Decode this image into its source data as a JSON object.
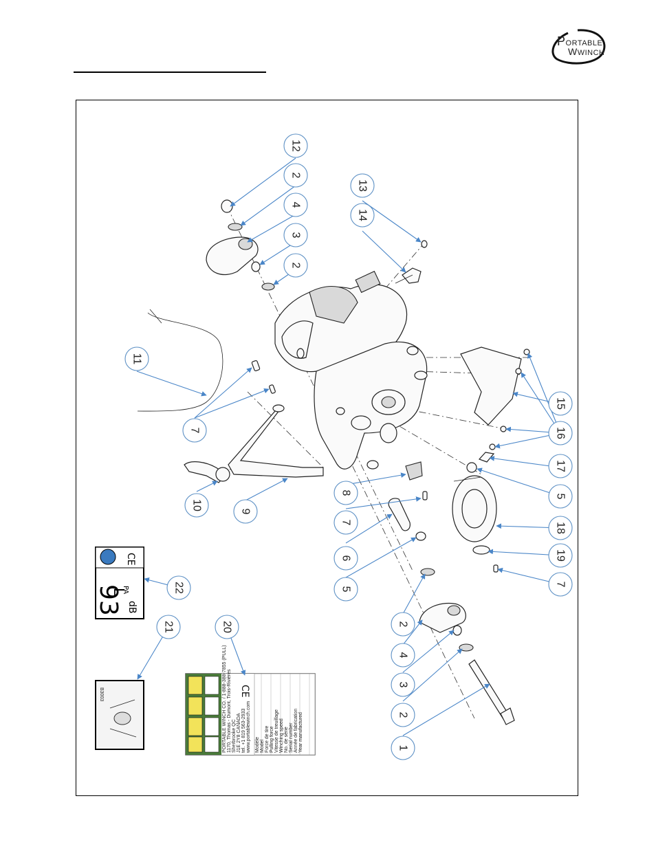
{
  "logo": {
    "line1": "ORTABLE",
    "line2": "WINCH",
    "initial_letters": [
      "P",
      "W"
    ]
  },
  "callouts": [
    "1",
    "2",
    "3",
    "4",
    "5",
    "6",
    "7",
    "8",
    "9",
    "10",
    "11",
    "12",
    "13",
    "14",
    "15",
    "16",
    "17",
    "18",
    "19",
    "20",
    "21",
    "22"
  ],
  "noise_label": {
    "symbol": "L",
    "subscript": "PA",
    "value": "93",
    "unit": "dB",
    "mark": "CE"
  },
  "nameplate": {
    "company": "PORTABLE WINCH CO. / 1-888-388-7855 (PULL)",
    "address1": "1170, Thomas - Dumont, Trois-Rivières",
    "address2": "Sherbrooke QC",
    "address3": "J1E 2Y8 CANADA",
    "tel": "tel. +1 819 563-2933",
    "website": "www.portablewinch.com",
    "fields": [
      "Modèle",
      "Model",
      "Force de tire",
      "Pulling force",
      "Vitesse de treuillage",
      "Winching speed",
      "No. de série",
      "Serial number",
      "Année de fabrication",
      "Year manufactured"
    ],
    "ce": "CE"
  },
  "booklet_label": "B3003"
}
